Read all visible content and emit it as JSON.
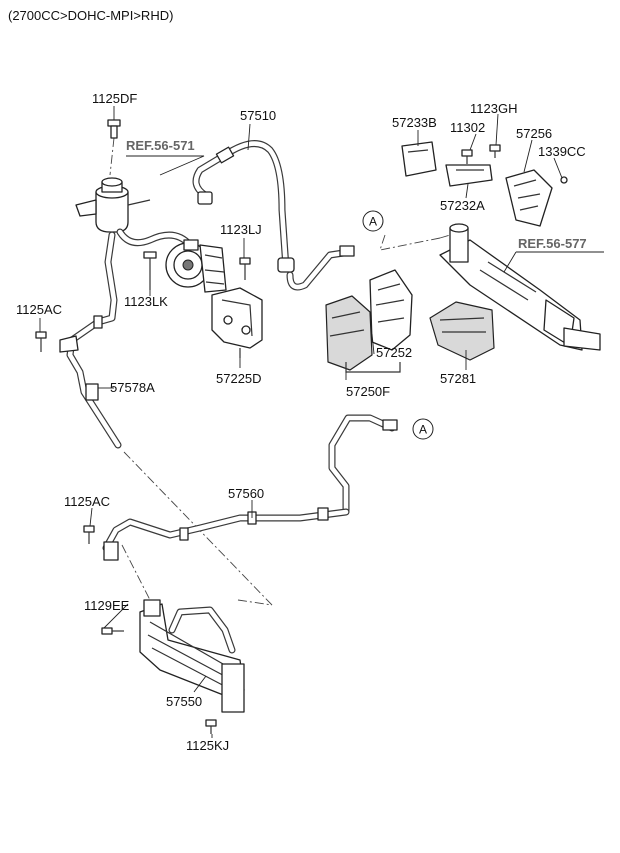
{
  "header": {
    "variant": "(2700CC>DOHC-MPI>RHD)"
  },
  "labels": {
    "p1125DF": "1125DF",
    "p57510": "57510",
    "ref56571": "REF.56-571",
    "p1123LJ": "1123LJ",
    "p1123LK": "1123LK",
    "p1125AC_top": "1125AC",
    "p57225D": "57225D",
    "p57578A": "57578A",
    "p57233B": "57233B",
    "p11302": "11302",
    "p1123GH": "1123GH",
    "p57256": "57256",
    "p1339CC": "1339CC",
    "p57232A": "57232A",
    "ref56577": "REF.56-577",
    "p57252": "57252",
    "p57250F": "57250F",
    "p57281": "57281",
    "p57560": "57560",
    "p1125AC_bottom": "1125AC",
    "p1129EE": "1129EE",
    "p57550": "57550",
    "p1125KJ": "1125KJ"
  },
  "callouts": {
    "a_top": "A",
    "a_bottom": "A"
  }
}
